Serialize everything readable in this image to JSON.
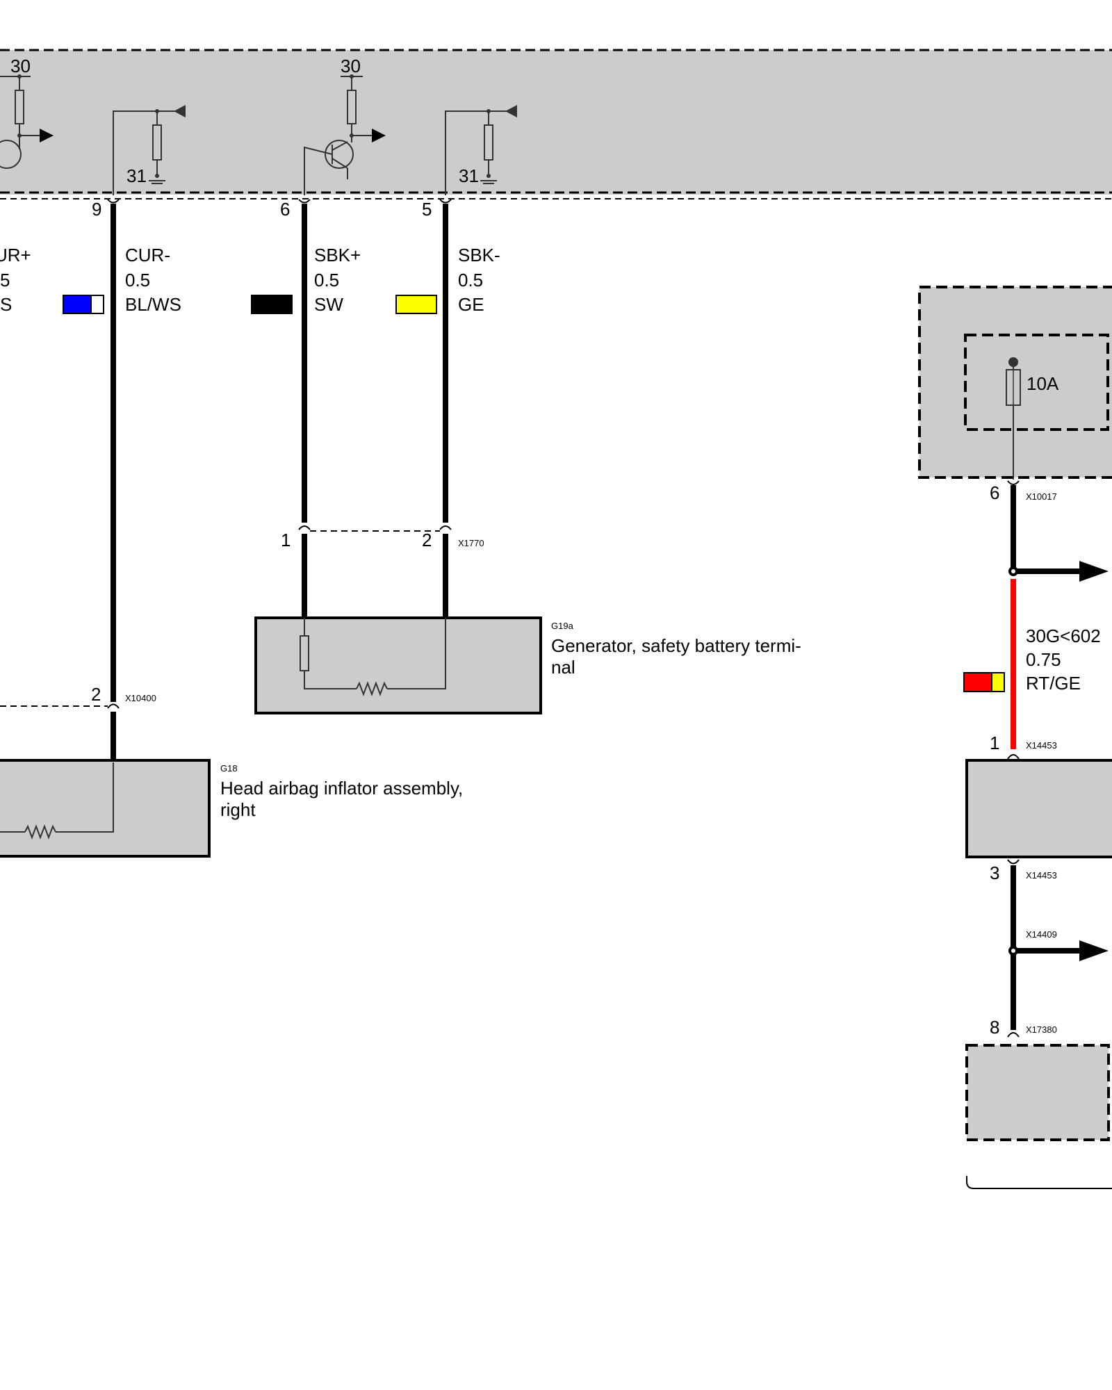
{
  "colors": {
    "module_fill": "#cccccc",
    "blue": "#0000ff",
    "white": "#ffffff",
    "black": "#000000",
    "yellow": "#ffff00",
    "red": "#ff0000"
  },
  "control_unit": {
    "supply_label_1": "30",
    "supply_label_2": "30",
    "ground_label_1": "31",
    "ground_label_2": "31",
    "pins": {
      "p9": "9",
      "p6": "6",
      "p5": "5"
    }
  },
  "wires": {
    "cur_plus": {
      "name": "UR+",
      "gauge": "5",
      "color": "S"
    },
    "cur_minus": {
      "name": "CUR-",
      "gauge": "0.5",
      "color": "BL/WS"
    },
    "sbk_plus": {
      "name": "SBK+",
      "gauge": "0.5",
      "color": "SW"
    },
    "sbk_minus": {
      "name": "SBK-",
      "gauge": "0.5",
      "color": "GE"
    },
    "supply": {
      "name": "30G<602",
      "gauge": "0.75",
      "color": "RT/GE"
    }
  },
  "connectors": {
    "x1770": {
      "id": "X1770",
      "pin_a": "1",
      "pin_b": "2"
    },
    "x10400": {
      "id": "X10400",
      "pin": "2"
    },
    "x10017": {
      "id": "X10017",
      "pin": "6"
    },
    "x14453_top": {
      "id": "X14453",
      "pin": "1"
    },
    "x14453_bottom": {
      "id": "X14453",
      "pin": "3"
    },
    "x14409": {
      "id": "X14409"
    },
    "x17380": {
      "id": "X17380",
      "pin": "8"
    }
  },
  "components": {
    "g19a": {
      "id": "G19a",
      "desc_line1": "Generator, safety battery termi-",
      "desc_line2": "nal"
    },
    "g18": {
      "id": "G18",
      "desc_line1": "Head airbag inflator assembly,",
      "desc_line2": "right"
    }
  },
  "fuse": {
    "rating": "10A"
  }
}
